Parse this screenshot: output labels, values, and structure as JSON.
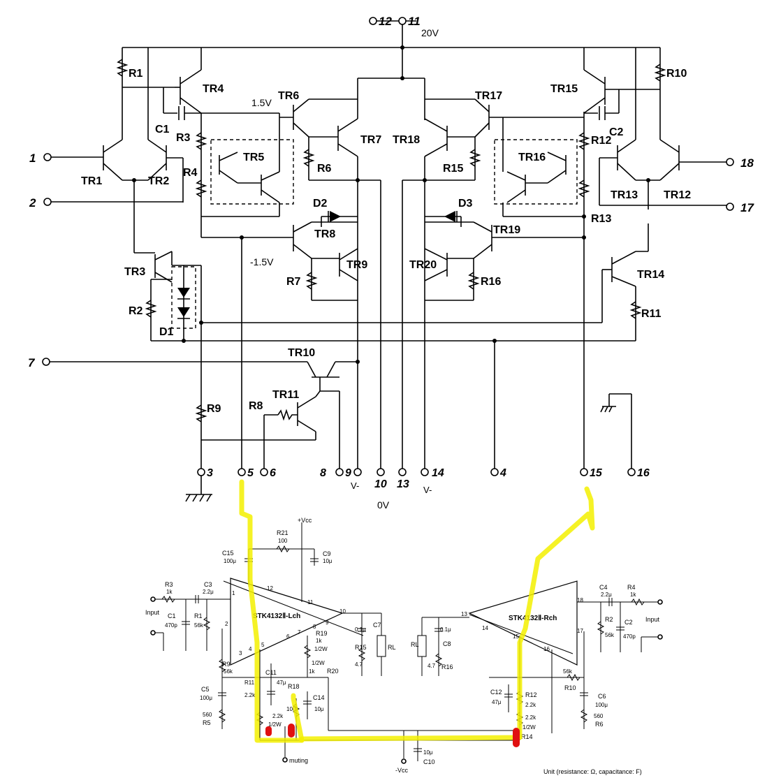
{
  "top": {
    "supply_pins": [
      "12",
      "11"
    ],
    "supply_voltage": "20V"
  },
  "left_channel": {
    "input_pins": [
      "1",
      "2",
      "7"
    ],
    "transistors": [
      "TR1",
      "TR2",
      "TR3",
      "TR4",
      "TR5",
      "TR6",
      "TR7",
      "TR8",
      "TR9",
      "TR10",
      "TR11"
    ],
    "resistors": [
      "R1",
      "R2",
      "R3",
      "R4",
      "R6",
      "R7",
      "R8",
      "R9"
    ],
    "capacitors": [
      "C1"
    ],
    "diodes": [
      "D1",
      "D2"
    ],
    "voltage_labels": [
      "1.5V",
      "-1.5V"
    ]
  },
  "right_channel": {
    "output_pins": [
      "18",
      "17"
    ],
    "transistors": [
      "TR12",
      "TR13",
      "TR14",
      "TR15",
      "TR16",
      "TR17",
      "TR18",
      "TR19",
      "TR20"
    ],
    "resistors": [
      "R10",
      "R11",
      "R12",
      "R13",
      "R15",
      "R16"
    ],
    "capacitors": [
      "C2"
    ],
    "diodes": [
      "D3"
    ]
  },
  "bottom_pins": [
    "3",
    "5",
    "6",
    "8",
    "9",
    "10",
    "13",
    "14",
    "4",
    "15",
    "16"
  ],
  "bottom_labels": {
    "v_minus_left": "V-",
    "v_minus_right": "V-",
    "zero_v": "0V"
  },
  "app_circuit": {
    "vcc": "+Vcc",
    "minus_vcc": "-Vcc",
    "lch_label": "STK4132Ⅱ-Lch",
    "rch_label": "STK4132Ⅱ-Rch",
    "input_left": "Input",
    "input_right": "Input",
    "muting": "muting",
    "rl": "RL",
    "parts": [
      {
        "name": "R21",
        "value": "100"
      },
      {
        "name": "C15",
        "value": "100μ"
      },
      {
        "name": "C9",
        "value": "10μ"
      },
      {
        "name": "R3",
        "value": "1k"
      },
      {
        "name": "C3",
        "value": "2.2μ"
      },
      {
        "name": "C1",
        "value": "470p"
      },
      {
        "name": "R1",
        "value": "56k"
      },
      {
        "name": "R9",
        "value": "56k"
      },
      {
        "name": "C5",
        "value": "100μ"
      },
      {
        "name": "R5",
        "value": "560"
      },
      {
        "name": "R11",
        "value": "2.2k"
      },
      {
        "name": "C11",
        "value": "47μ"
      },
      {
        "name": "R18",
        "value": "100"
      },
      {
        "name": "C14",
        "value": "10μ"
      },
      {
        "name": "R19",
        "value": "1k"
      },
      {
        "name": "R20",
        "value": "1k"
      },
      {
        "name": "C7",
        "value": "0.1μ"
      },
      {
        "name": "R15",
        "value": "4.7"
      },
      {
        "name": "C8",
        "value": "0.1μ"
      },
      {
        "name": "R16",
        "value": "4.7"
      },
      {
        "name": "C12",
        "value": "47μ"
      },
      {
        "name": "R12",
        "value": "2.2k"
      },
      {
        "name": "R14",
        "value": "2.2k"
      },
      {
        "name": "R10",
        "value": "56k"
      },
      {
        "name": "C6",
        "value": "100μ"
      },
      {
        "name": "R6",
        "value": "560"
      },
      {
        "name": "C4",
        "value": "2.2μ"
      },
      {
        "name": "R4",
        "value": "1k"
      },
      {
        "name": "R2",
        "value": "56k"
      },
      {
        "name": "C2",
        "value": "470p"
      },
      {
        "name": "C10",
        "value": "10μ"
      }
    ],
    "ic_pins_left": [
      "12",
      "11",
      "1",
      "2",
      "3",
      "4",
      "5",
      "6",
      "7",
      "8",
      "9",
      "10"
    ],
    "ic_pins_right": [
      "13",
      "14",
      "15",
      "16",
      "17",
      "18"
    ],
    "watt_label": "1/2W",
    "unit_note": "Unit (resistance: Ω, capacitance: F)"
  }
}
